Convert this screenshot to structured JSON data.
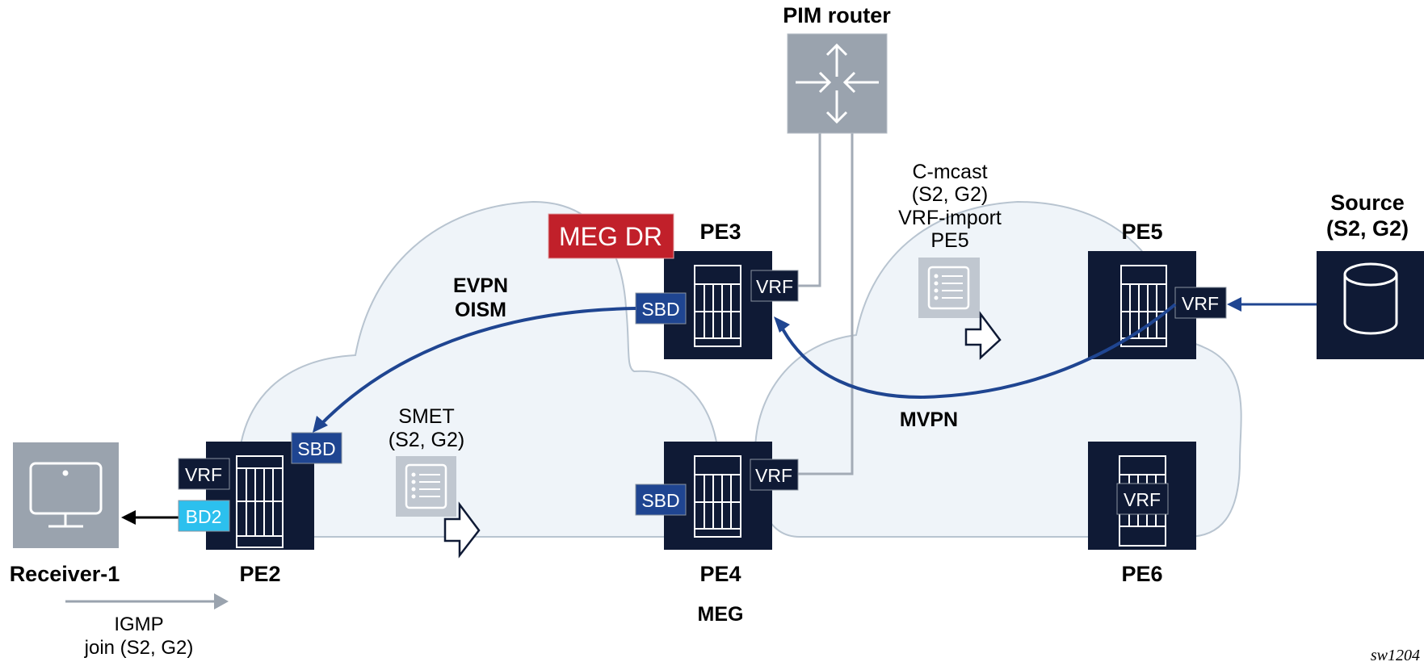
{
  "colors": {
    "cloud_fill": "#eff4f9",
    "cloud_stroke": "#b8c4d0",
    "router_dark": "#0f1a35",
    "gray_device": "#9aa3ae",
    "doc_gray": "#c0c7d0",
    "sbd_blue": "#1f4591",
    "bd2_cyan": "#2cc0ee",
    "meg_dr_red": "#c1202a",
    "flow_blue": "#1f4591",
    "link_gray": "#a3abb6",
    "igmp_gray": "#9aa3ae"
  },
  "nodes": {
    "pim_router": {
      "label": "PIM router",
      "icon": "router-arrows-icon"
    },
    "receiver": {
      "label": "Receiver-1",
      "icon": "monitor-icon"
    },
    "source": {
      "label_line1": "Source",
      "label_line2": "(S2, G2)",
      "icon": "database-cylinder-icon"
    },
    "pe2": {
      "label": "PE2",
      "tags": {
        "vrf": "VRF",
        "bd2": "BD2",
        "sbd": "SBD"
      }
    },
    "pe3": {
      "label": "PE3",
      "tags": {
        "vrf": "VRF",
        "sbd": "SBD"
      },
      "badge": "MEG DR"
    },
    "pe4": {
      "label": "PE4",
      "tags": {
        "vrf": "VRF",
        "sbd": "SBD"
      }
    },
    "pe5": {
      "label": "PE5",
      "tags": {
        "vrf": "VRF"
      }
    },
    "pe6": {
      "label": "PE6",
      "tags": {
        "vrf": "VRF"
      }
    }
  },
  "annotations": {
    "evpn_oism": [
      "EVPN",
      "OISM"
    ],
    "smet": [
      "SMET",
      "(S2, G2)"
    ],
    "cmcast": [
      "C-mcast",
      "(S2, G2)",
      "VRF-import",
      "PE5"
    ],
    "mvpn": "MVPN",
    "meg": "MEG",
    "igmp": [
      "IGMP",
      "join (S2, G2)"
    ]
  },
  "figure_id": "sw1204"
}
